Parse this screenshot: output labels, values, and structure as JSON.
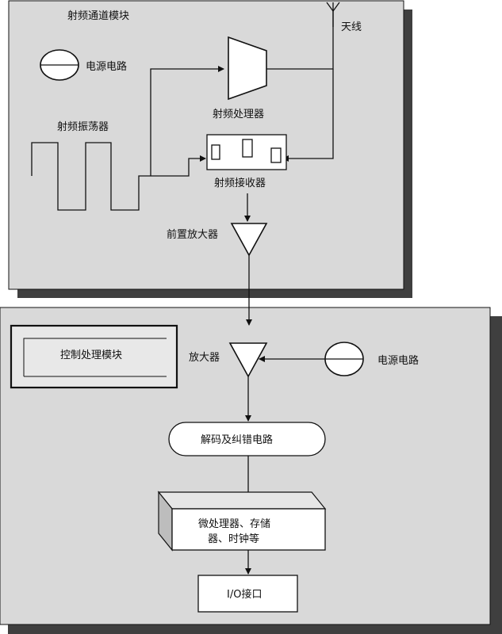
{
  "rf_module": {
    "title": "射频通道模块",
    "power_label": "电源电路",
    "oscillator_label": "射频振荡器",
    "processor_label": "射频处理器",
    "receiver_label": "射频接收器",
    "antenna_label": "天线",
    "preamp_label": "前置放大器"
  },
  "control_module": {
    "title": "控制处理模块",
    "amp_label": "放大器",
    "power_label": "电源电路",
    "decode_label": "解码及纠错电路",
    "micro_line1": "微处理器、存储",
    "micro_line2": "器、时钟等",
    "io_label": "I/O接口"
  },
  "colors": {
    "panel": "#d9d9d9",
    "shadow": "#3f3f3f",
    "line": "#111111",
    "box_fill": "#ffffff",
    "micro_side": "#bdbdbd"
  }
}
